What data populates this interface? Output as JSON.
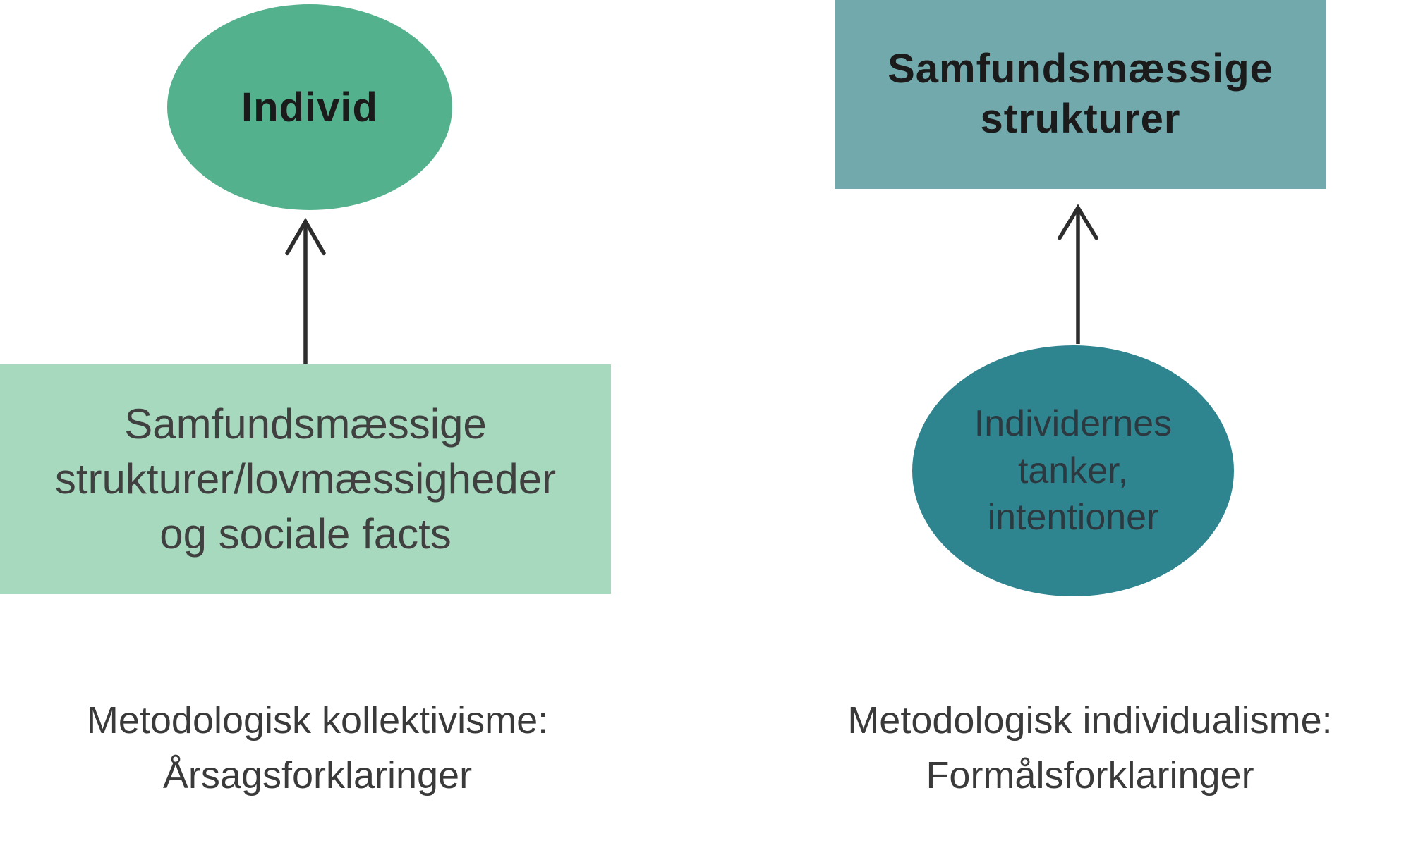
{
  "colors": {
    "left_ellipse": "#54b18e",
    "left_box": "#a6d9bd",
    "right_box": "#72a9ad",
    "right_ellipse": "#2f858f",
    "arrow": "#2d2d2d",
    "title_text": "#1b1b1b",
    "body_text": "#404040",
    "ellipse_text": "#2c3940",
    "caption_text": "#3a3a3a"
  },
  "left": {
    "ellipse_label": "Individ",
    "box_lines": [
      "Samfundsmæssige",
      "strukturer/lovmæssigheder",
      "og sociale facts"
    ],
    "caption_lines": [
      "Metodologisk kollektivisme:",
      "Årsagsforklaringer"
    ]
  },
  "right": {
    "box_lines": [
      "Samfundsmæssige",
      "strukturer"
    ],
    "ellipse_lines": [
      "Individernes",
      "tanker,",
      "intentioner"
    ],
    "caption_lines": [
      "Metodologisk individualisme:",
      "Formålsforklaringer"
    ]
  }
}
